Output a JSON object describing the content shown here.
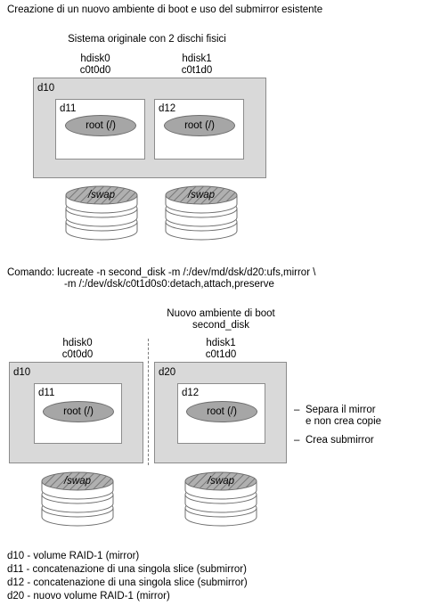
{
  "title": "Creazione di un nuovo ambiente di boot e uso del submirror esistente",
  "top": {
    "heading": "Sistema originale con 2 dischi fisici",
    "disk0": {
      "name": "hdisk0",
      "id": "c0t0d0"
    },
    "disk1": {
      "name": "hdisk1",
      "id": "c0t1d0"
    },
    "mirror": "d10",
    "sub0": {
      "label": "d11",
      "fs": "root (/)"
    },
    "sub1": {
      "label": "d12",
      "fs": "root (/)"
    },
    "swap": "/swap"
  },
  "command": {
    "line1": "Comando: lucreate -n second_disk -m /:/dev/md/dsk/d20:ufs,mirror \\",
    "line2": "-m /:/dev/dsk/c0t1d0s0:detach,attach,preserve"
  },
  "bottom": {
    "new_env_title": "Nuovo ambiente di boot",
    "new_env_name": "second_disk",
    "disk0": {
      "name": "hdisk0",
      "id": "c0t0d0"
    },
    "disk1": {
      "name": "hdisk1",
      "id": "c0t1d0"
    },
    "left_mirror": "d10",
    "right_mirror": "d20",
    "sub0": {
      "label": "d11",
      "fs": "root (/)"
    },
    "sub1": {
      "label": "d12",
      "fs": "root (/)"
    },
    "swap": "/swap",
    "notes": [
      "Separa il mirror",
      "e non crea copie",
      "Crea submirror"
    ]
  },
  "legend": [
    "d10 - volume RAID-1 (mirror)",
    "d11 - concatenazione di una singola slice (submirror)",
    "d12 - concatenazione di una singola slice (submirror)",
    "d20 - nuovo volume RAID-1 (mirror)"
  ],
  "colors": {
    "outer_box": "#d9d9d9",
    "pill": "#a6a6a6",
    "border": "#8c8c8c"
  }
}
